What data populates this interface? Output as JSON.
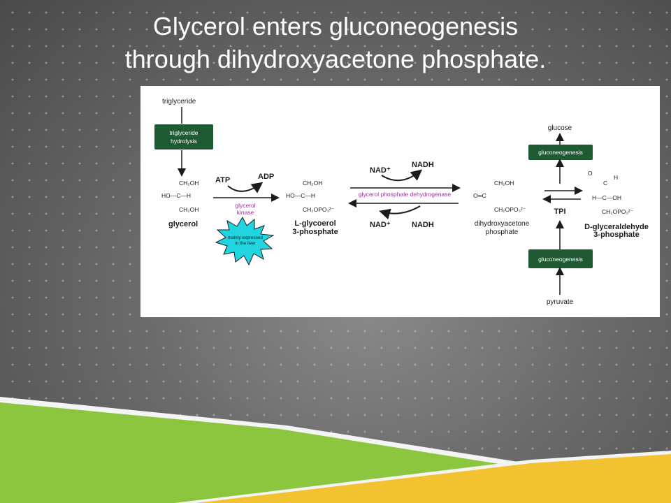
{
  "title": {
    "line1": "Glycerol enters gluconeogenesis",
    "line2": "through dihydroxyacetone phosphate."
  },
  "diagram": {
    "triglyceride": "triglyceride",
    "hydrolysis_box": [
      "triglyceride",
      "hydrolysis"
    ],
    "glycerol": {
      "structure": [
        "CH₂OH",
        "HO—C—H",
        "CH₂OH"
      ],
      "name": "glycerol"
    },
    "atp": "ATP",
    "adp": "ADP",
    "glycerol_kinase": [
      "glycerol",
      "kinase"
    ],
    "liver_burst": [
      "mainly expressed",
      "in the liver"
    ],
    "l_glycerol_3_phosphate": {
      "structure": [
        "CH₂OH",
        "HO—C—H",
        "CH₂OPO₃²⁻"
      ],
      "name": [
        "L-glycoerol",
        "3-phosphate"
      ]
    },
    "nad_top": "NAD⁺",
    "nadh_top": "NADH",
    "dehydrogenase": "glycerol phosphate dehydrogenase",
    "nad_bottom": "NAD⁺",
    "nadh_bottom": "NADH",
    "dhap": {
      "structure": [
        "CH₂OH",
        "O═C",
        "CH₂OPO₃²⁻"
      ],
      "name": [
        "dihydroxyacetone",
        "phosphate"
      ]
    },
    "tpi": "TPI",
    "glucose": "glucose",
    "gluconeogenesis_top": "gluconeogenesis",
    "gluconeogenesis_bottom": "gluconeogenesis",
    "pyruvate": "pyruvate",
    "gap": {
      "structure": [
        "O",
        "H",
        "C",
        "H—C—OH",
        "CH₂OPO₃²⁻"
      ],
      "name": [
        "D-glyceraldehyde",
        "3-phosphate"
      ]
    },
    "colors": {
      "box_green": "#1e5a32",
      "enzyme_purple": "#9b2f9b",
      "burst_cyan": "#20d4e0"
    }
  }
}
